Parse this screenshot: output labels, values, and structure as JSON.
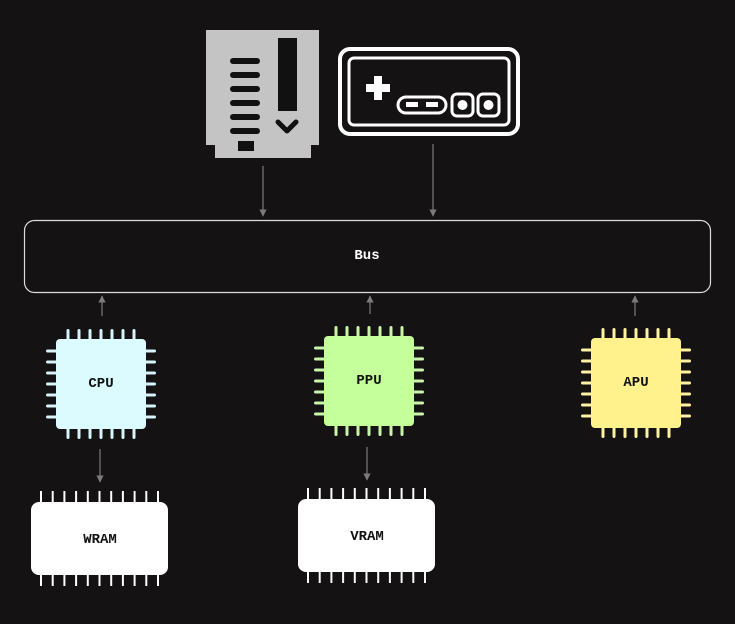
{
  "diagram": {
    "bus_label": "Bus",
    "chips": {
      "cpu": {
        "label": "CPU",
        "fill": "#dcfbff",
        "pins": "#d6f4fb"
      },
      "ppu": {
        "label": "PPU",
        "fill": "#c5ff9c",
        "pins": "#c8f5a8"
      },
      "apu": {
        "label": "APU",
        "fill": "#fff28c",
        "pins": "#fff3a0"
      }
    },
    "memory": {
      "wram": {
        "label": "WRAM"
      },
      "vram": {
        "label": "VRAM"
      }
    },
    "icons": {
      "cartridge": "cartridge-icon",
      "controller": "gamepad-icon"
    },
    "colors": {
      "background": "#141213",
      "bus_border": "#dddddd",
      "arrow": "#7c7a7b",
      "cartridge": "#c4c4c4",
      "memory": "#ffffff"
    }
  }
}
